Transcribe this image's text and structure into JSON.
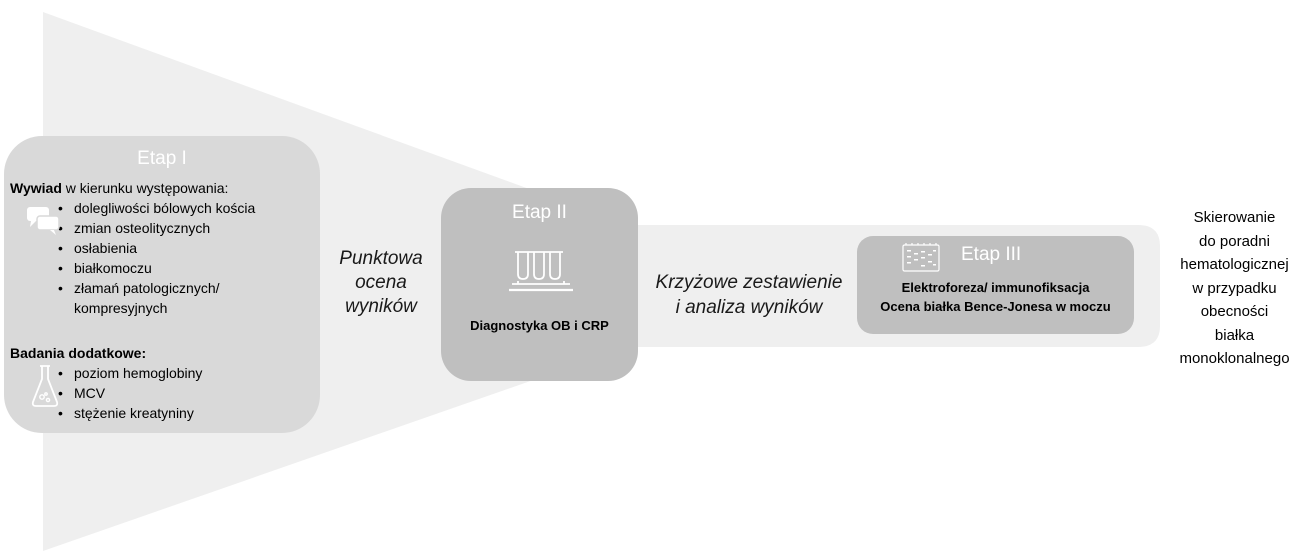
{
  "stage1": {
    "title": "Etap I",
    "interview_bold": "Wywiad",
    "interview_rest": " w kierunku występowania:",
    "interview_items": [
      "dolegliwości bólowych kościa",
      "zmian osteolitycznych",
      "osłabienia",
      "białkomoczu",
      "złamań patologicznych/",
      "kompresyjnych"
    ],
    "tests_title": "Badania dodatkowe:",
    "tests_items": [
      "poziom hemoglobiny",
      "MCV",
      "stężenie kreatyniny"
    ],
    "icons": [
      "speech-bubbles-icon",
      "flask-icon"
    ]
  },
  "transition1": {
    "lines": [
      "Punktowa",
      "ocena",
      "wyników"
    ]
  },
  "stage2": {
    "title": "Etap II",
    "description": "Diagnostyka OB i CRP",
    "icon": "test-tubes-icon"
  },
  "transition2": {
    "lines": [
      "Krzyżowe zestawienie",
      "i analiza wyników"
    ]
  },
  "stage3": {
    "title": "Etap III",
    "line1": "Elektroforeza/ immunofiksacja",
    "line2": "Ocena białka Bence-Jonesa w moczu",
    "icon": "electrophoresis-gel-icon"
  },
  "final": {
    "lines": [
      "Skierowanie",
      "do poradni",
      "hematologicznej",
      "w przypadku",
      "obecności",
      "białka",
      "monoklonalnego"
    ]
  },
  "colors": {
    "funnel": "#efefef",
    "stage1": "#d9d9d9",
    "stage2": "#bfbfbf",
    "stage3": "#bfbfbf",
    "title_text": "#ffffff"
  }
}
